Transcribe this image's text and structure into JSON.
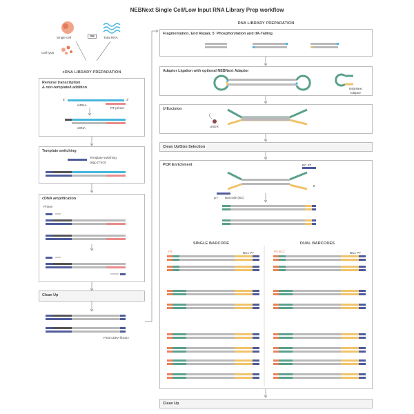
{
  "title": "NEBNext Single Cell/Low Input RNA Library Prep workflow",
  "inputs": {
    "single_cell": "Single cell",
    "or": "OR",
    "total_rna": "Total RNA",
    "cell_lysis": "Cell lysis"
  },
  "cdna": {
    "heading": "cDNA LIBRARY PREPARATION",
    "rt": {
      "title_1": "Reverse transcription",
      "title_2": "& non-templated addition",
      "mrna": "mRNA",
      "rt_primer": "RT primer",
      "cdna": "cDNA"
    },
    "ts": {
      "title": "Template switching",
      "oligo_1": "Template switching",
      "oligo_2": "oligo (TSO)"
    },
    "amp": {
      "title": "cDNA amplification",
      "primer": "Primer"
    },
    "cleanup": "Clean Up",
    "final": "Final cDNA library"
  },
  "dna": {
    "heading": "DNA LIBRARY PREPARATION",
    "frag": "Fragmentation, End Repair, 5´ Phosphorylation and dA-Tailing",
    "adaptor": {
      "title": "Adaptor Ligation with optional NEBNext Adaptor",
      "label_1": "NEBNext",
      "label_2": "Adaptor"
    },
    "uexc": {
      "title": "U Excision",
      "user": "USER"
    },
    "cleanup_size": "Clean Up/Size Selection",
    "pcr": {
      "title": "PCR Enrichment",
      "bc_p7": "BC P7",
      "barcode": "Barcode (BC)",
      "p7": "P7",
      "e": "E"
    },
    "single": {
      "heading": "SINGLE BARCODE",
      "p5": "P5",
      "bc1_p7": "BC1 P7"
    },
    "dual": {
      "heading": "DUAL BARCODES",
      "p5_bc2": "P5 BC2",
      "p5": "P5",
      "bc1_p7": "BC1 P7"
    },
    "cleanup": "Clean Up"
  },
  "strand_labels": {
    "five": "5´",
    "three": "3´"
  },
  "colors": {
    "grey": "#b9b9b9",
    "blue": "#45b6dd",
    "navy": "#4f5c9b",
    "pink": "#e98b8b",
    "green": "#59a08c",
    "yellow": "#f0c36a",
    "orange": "#e8825a",
    "dark": "#555555"
  }
}
